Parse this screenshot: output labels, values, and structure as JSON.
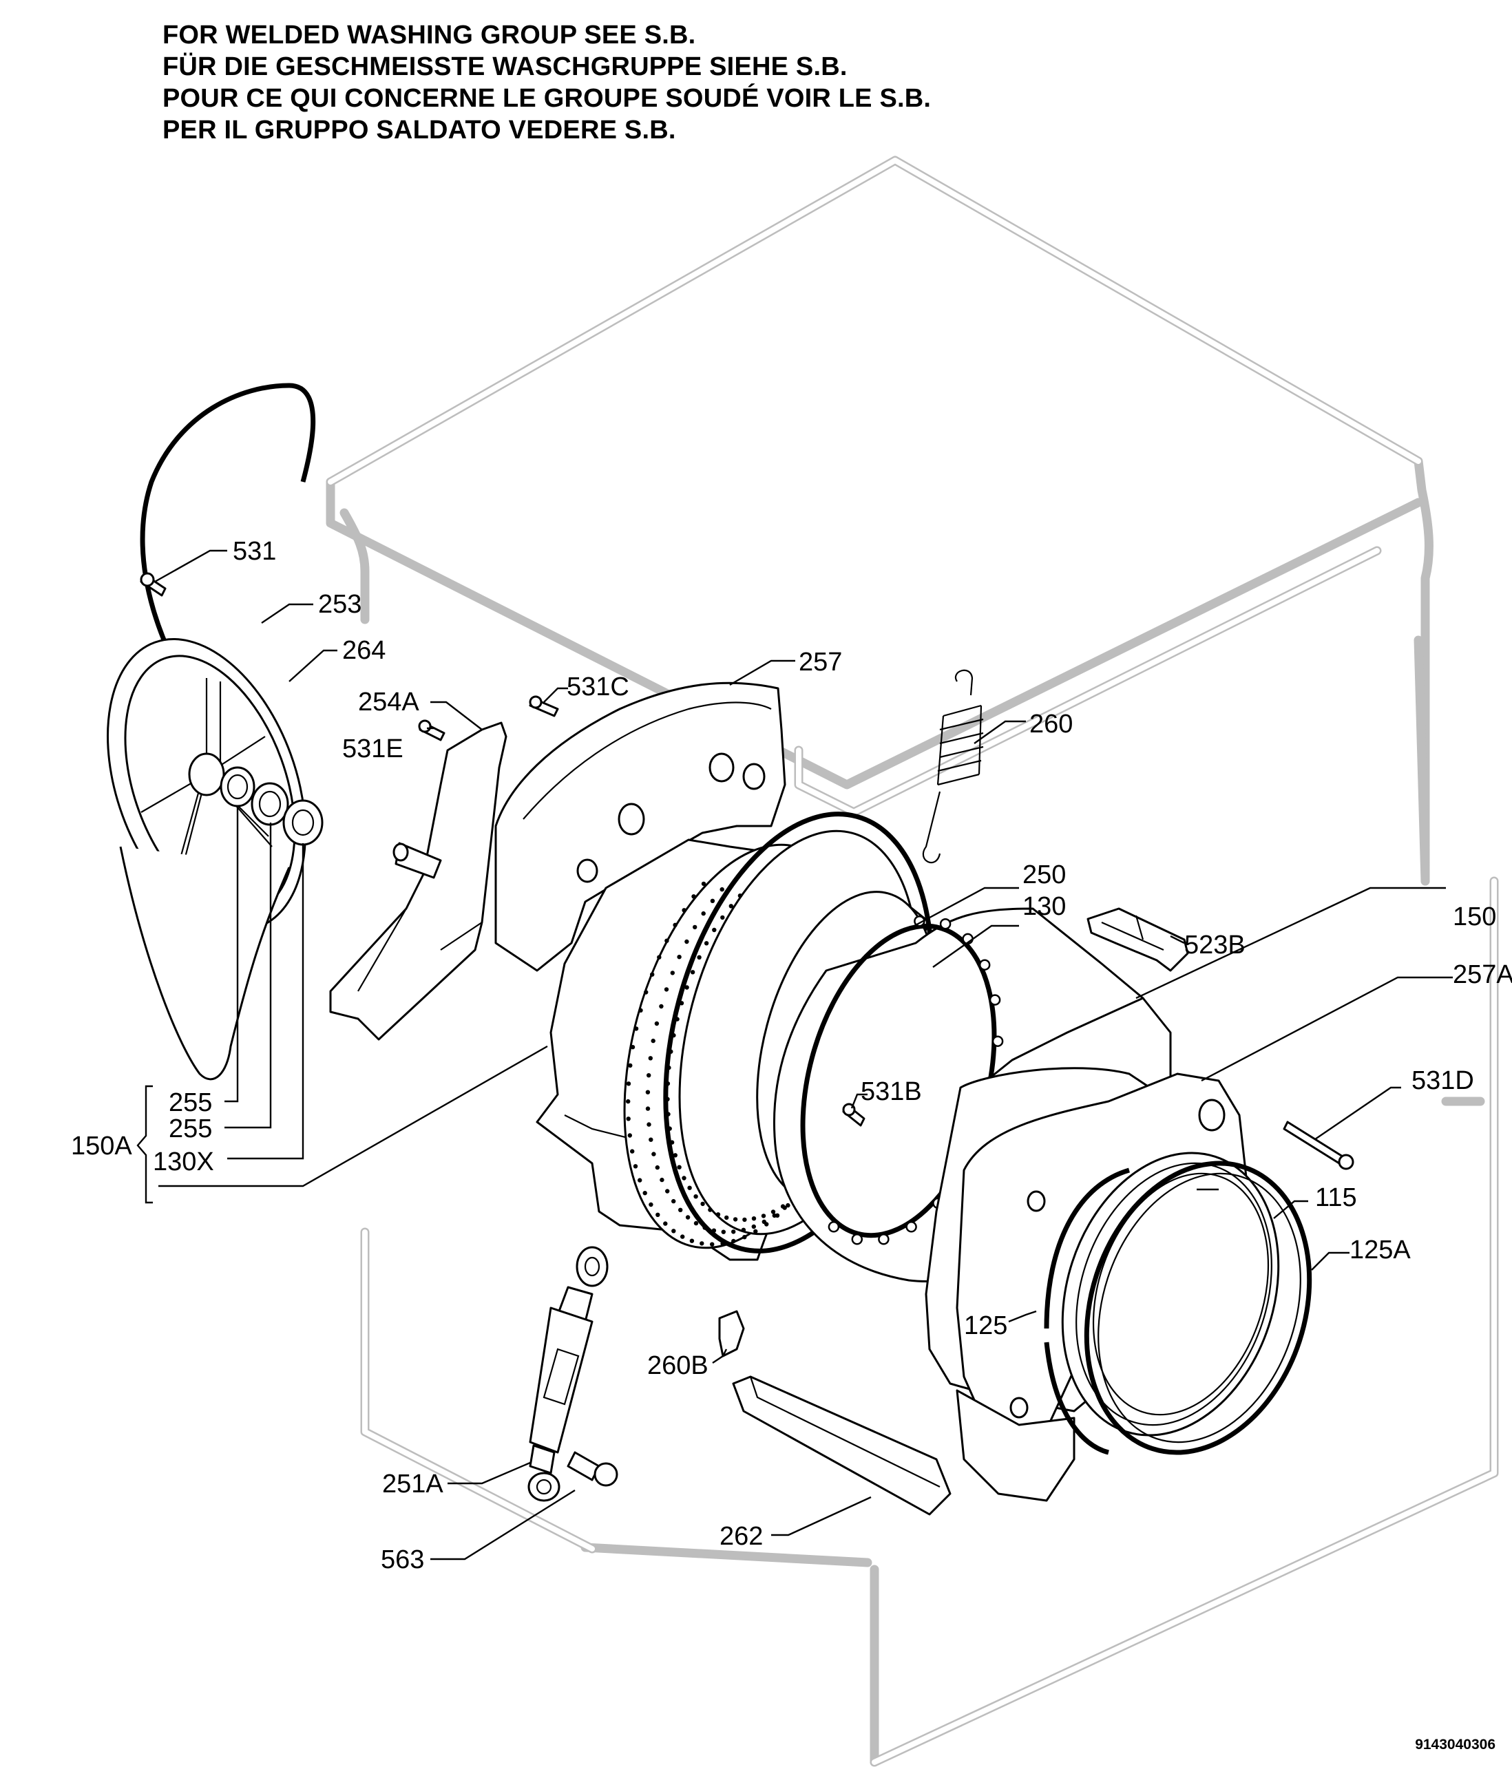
{
  "header_lines": [
    "FOR WELDED WASHING GROUP SEE S.B.",
    "FÜR DIE GESCHMEISSTE WASCHGRUPPE SIEHE S.B.",
    "POUR CE QUI CONCERNE LE GROUPE SOUDÉ VOIR LE S.B.",
    "PER IL GRUPPO SALDATO VEDERE S.B."
  ],
  "document_number": "9143040306",
  "part_labels": {
    "531": "531",
    "253": "253",
    "264": "264",
    "254A": "254A",
    "531E": "531E",
    "531C": "531C",
    "257": "257",
    "260": "260",
    "250": "250",
    "130": "130",
    "150": "150",
    "257A": "257A",
    "523B": "523B",
    "531B": "531B",
    "531D": "531D",
    "115": "115",
    "125A": "125A",
    "125": "125",
    "255a": "255",
    "255b": "255",
    "130X": "130X",
    "150A": "150A",
    "260B": "260B",
    "251A": "251A",
    "563": "563",
    "262": "262"
  }
}
